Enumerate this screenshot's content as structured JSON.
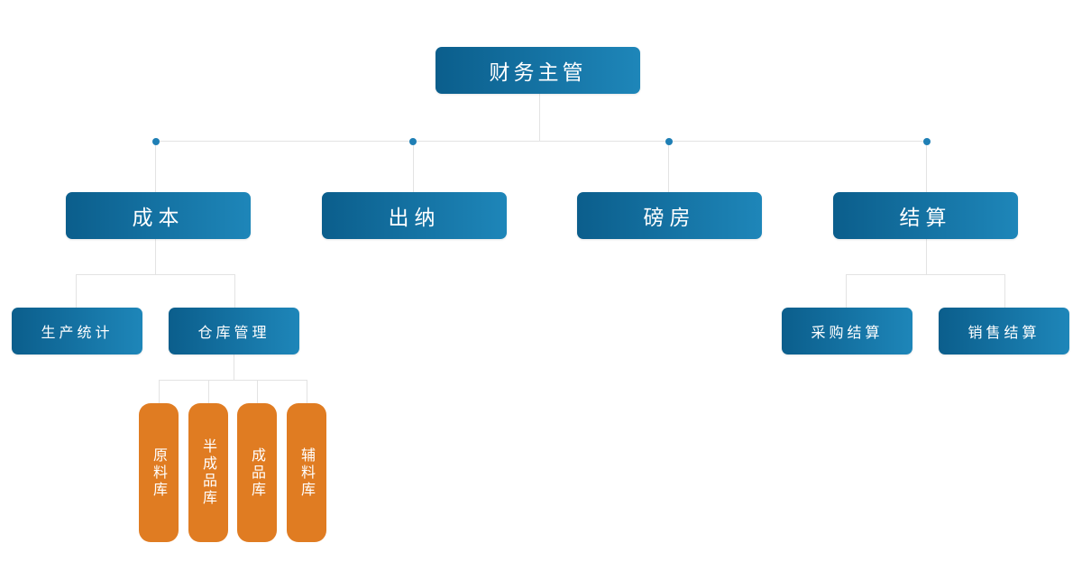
{
  "root": {
    "label": "财务主管"
  },
  "departments": [
    {
      "label": "成本"
    },
    {
      "label": "出纳"
    },
    {
      "label": "磅房"
    },
    {
      "label": "结算"
    }
  ],
  "cost_children": [
    {
      "label": "生产统计"
    },
    {
      "label": "仓库管理"
    }
  ],
  "settlement_children": [
    {
      "label": "采购结算"
    },
    {
      "label": "销售结算"
    }
  ],
  "warehouse_children": [
    {
      "label": "原料库"
    },
    {
      "label": "半成品库"
    },
    {
      "label": "成品库"
    },
    {
      "label": "辅料库"
    }
  ],
  "colors": {
    "box_gradient_start": "#0b5e8c",
    "box_gradient_end": "#1e86b9",
    "leaf_orange": "#e07c22",
    "connector": "#e3e3e3",
    "dot": "#1f7fb5"
  }
}
